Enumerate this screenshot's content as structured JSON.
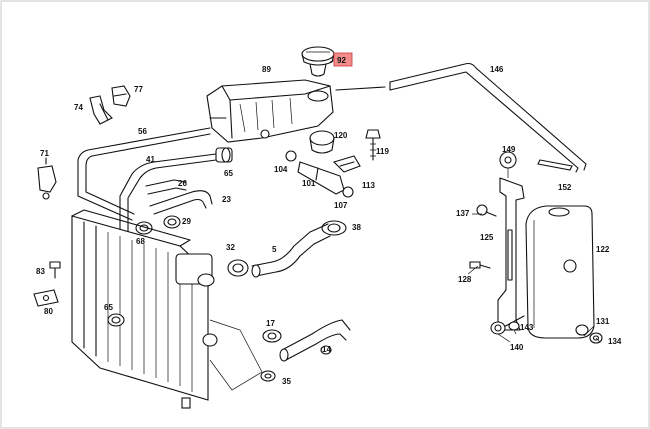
{
  "diagram": {
    "highlight_color": "#f28b8b",
    "border_color": "#c8c8c8",
    "highlighted_part": "92",
    "callouts": {
      "c92": "92",
      "c89": "89",
      "c146": "146",
      "c77": "77",
      "c74": "74",
      "c56": "56",
      "c120": "120",
      "c119": "119",
      "c71": "71",
      "c41": "41",
      "c65a": "65",
      "c104": "104",
      "c101": "101",
      "c113": "113",
      "c26": "26",
      "c23": "23",
      "c107": "107",
      "c149": "149",
      "c152": "152",
      "c29": "29",
      "c68": "68",
      "c38": "38",
      "c137": "137",
      "c125": "125",
      "c32": "32",
      "c5": "5",
      "c122": "122",
      "c83": "83",
      "c128": "128",
      "c80": "80",
      "c65b": "65",
      "c17": "17",
      "c14": "14",
      "c143": "143",
      "c131": "131",
      "c140": "140",
      "c134": "134",
      "c35": "35"
    }
  }
}
